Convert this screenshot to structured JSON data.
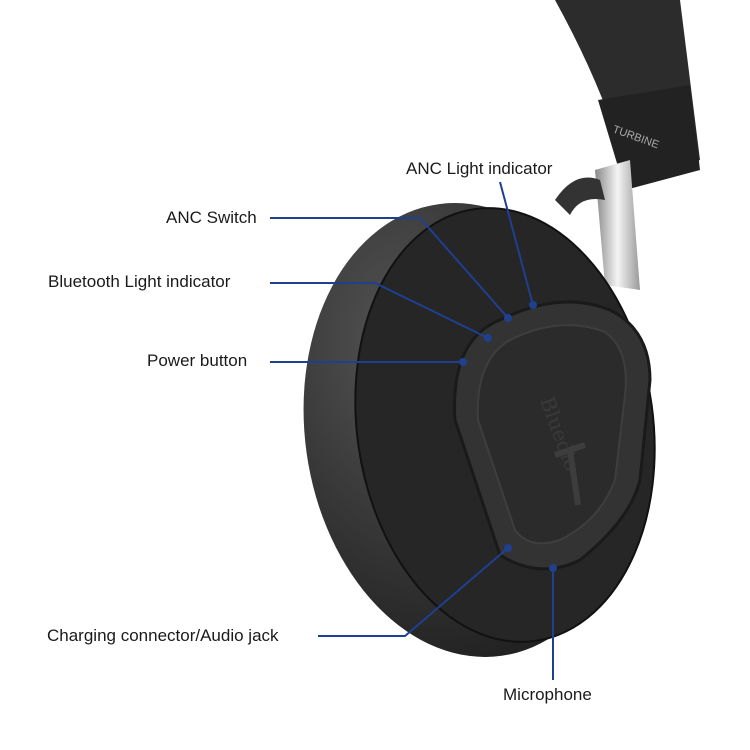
{
  "product": {
    "brand_mark": "Bluedio",
    "headband_text": "TURBINE"
  },
  "labels": {
    "anc_light": "ANC Light indicator",
    "anc_switch": "ANC Switch",
    "bt_light": "Bluetooth Light indicator",
    "power": "Power button",
    "charging": "Charging connector/Audio jack",
    "microphone": "Microphone"
  },
  "colors": {
    "leader": "#1f3f8f",
    "body": "#2a2a2a",
    "text": "#1a1a1a"
  }
}
